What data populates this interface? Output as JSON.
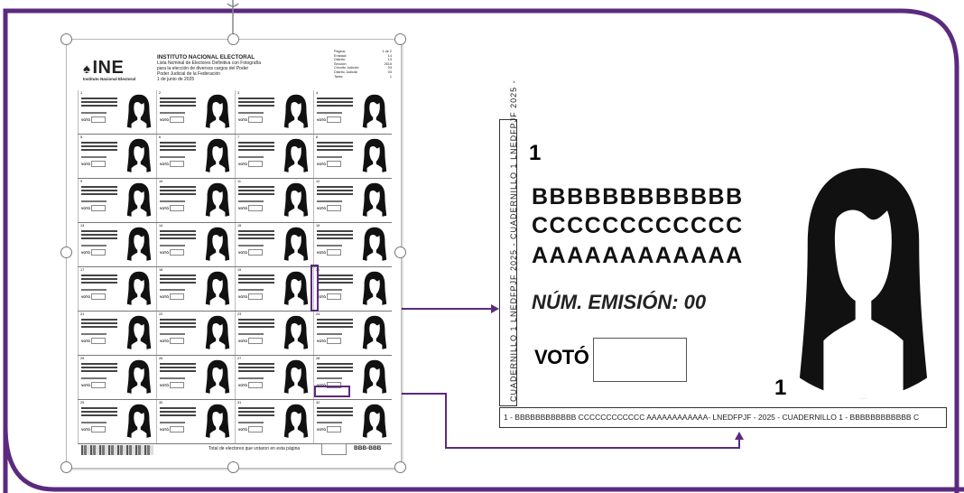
{
  "header": {
    "logo_text": "INE",
    "logo_subtext": "Instituto Nacional Electoral",
    "title": "INSTITUTO NACIONAL ELECTORAL",
    "subtitle_lines": [
      "Lista Nominal de Electores Definitiva con Fotografía",
      "para la elección de diversos cargos del Poder",
      "Poder Judicial de la Federación",
      "1 de junio de 2025"
    ],
    "meta": [
      {
        "label": "Página:",
        "value": "1 de 2"
      },
      {
        "label": "Entidad:",
        "value": "14"
      },
      {
        "label": "Distrito:",
        "value": "13"
      },
      {
        "label": "Sección:",
        "value": "2615"
      },
      {
        "label": "Circuito Judicial:",
        "value": "03"
      },
      {
        "label": "Distrito Judicial:",
        "value": "03"
      },
      {
        "label": "Tanto:",
        "value": "1"
      }
    ]
  },
  "grid": {
    "cell_numbers": [
      "1",
      "2",
      "3",
      "4",
      "5",
      "6",
      "7",
      "8",
      "9",
      "10",
      "11",
      "12",
      "13",
      "14",
      "15",
      "16",
      "17",
      "18",
      "19",
      "20",
      "21",
      "22",
      "23",
      "24",
      "25",
      "26",
      "27",
      "28",
      "29",
      "30",
      "31",
      "32"
    ],
    "vote_label_small": "VOTÓ"
  },
  "page_footer": {
    "total_label": "Total de electores que votaron en esta página",
    "code": "BBB-BBB"
  },
  "zoom": {
    "vertical_strip": "CUADERNILLO 1  LNEDFPJF 2025 - CUADERNILLO 1  LNEDFPJF 2025 -",
    "number": "1",
    "names": [
      "BBBBBBBBBBBB",
      "CCCCCCCCCCCC",
      "AAAAAAAAAAAA"
    ],
    "emision": "NÚM. EMISIÓN: 00",
    "vote_label": "VOTÓ",
    "photo_number": "1",
    "footer": "1 - BBBBBBBBBBBB CCCCCCCCCCCC AAAAAAAAAAAA- LNEDFPJF - 2025 - CUADERNILLO 1 - BBBBBBBBBBBB C"
  },
  "colors": {
    "frame": "#5b2a7e",
    "selection_handle": "#777777"
  }
}
